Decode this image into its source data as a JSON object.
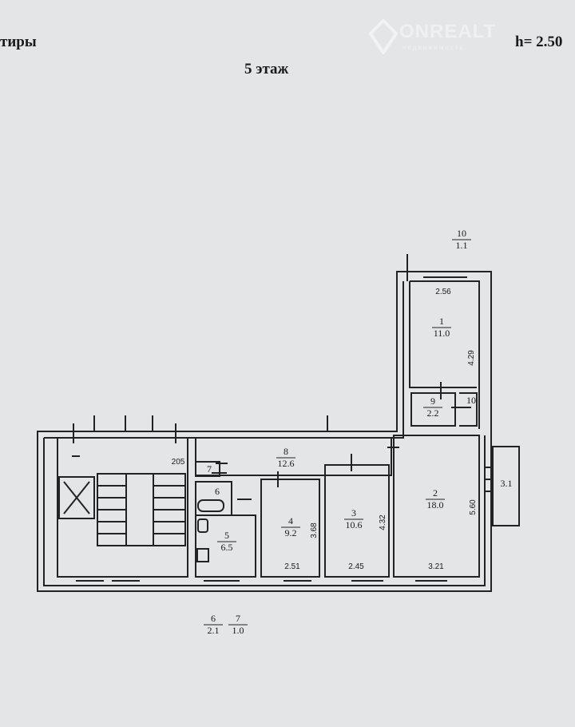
{
  "header": {
    "left_title": "тиры",
    "ceiling_height": "h= 2.50",
    "floor": "5 этаж"
  },
  "watermark": {
    "brand": "ONREALT",
    "sub": "недвижимость"
  },
  "stair_label": "205",
  "rooms": [
    {
      "number": "1",
      "area": "11.0"
    },
    {
      "number": "2",
      "area": "18.0"
    },
    {
      "number": "3",
      "area": "10.6"
    },
    {
      "number": "4",
      "area": "9.2"
    },
    {
      "number": "5",
      "area": "6.5"
    },
    {
      "number": "8",
      "area": "12.6"
    },
    {
      "number": "9",
      "area": "2.2"
    },
    {
      "number": "10",
      "area": "1.1"
    },
    {
      "number": "6",
      "area": "2.1"
    },
    {
      "number": "7",
      "area": "1.0"
    }
  ],
  "inline_numbers": {
    "room6": "6",
    "room7": "7",
    "room10": "10"
  },
  "balcony_area": "3.1",
  "dimensions": {
    "room1_width": "2.56",
    "room1_length": "4.29",
    "room2_width": "3.21",
    "room2_length": "5.60",
    "room3_width": "2.45",
    "room3_length": "4.32",
    "room4_width": "2.51",
    "room4_length": "3.68"
  }
}
